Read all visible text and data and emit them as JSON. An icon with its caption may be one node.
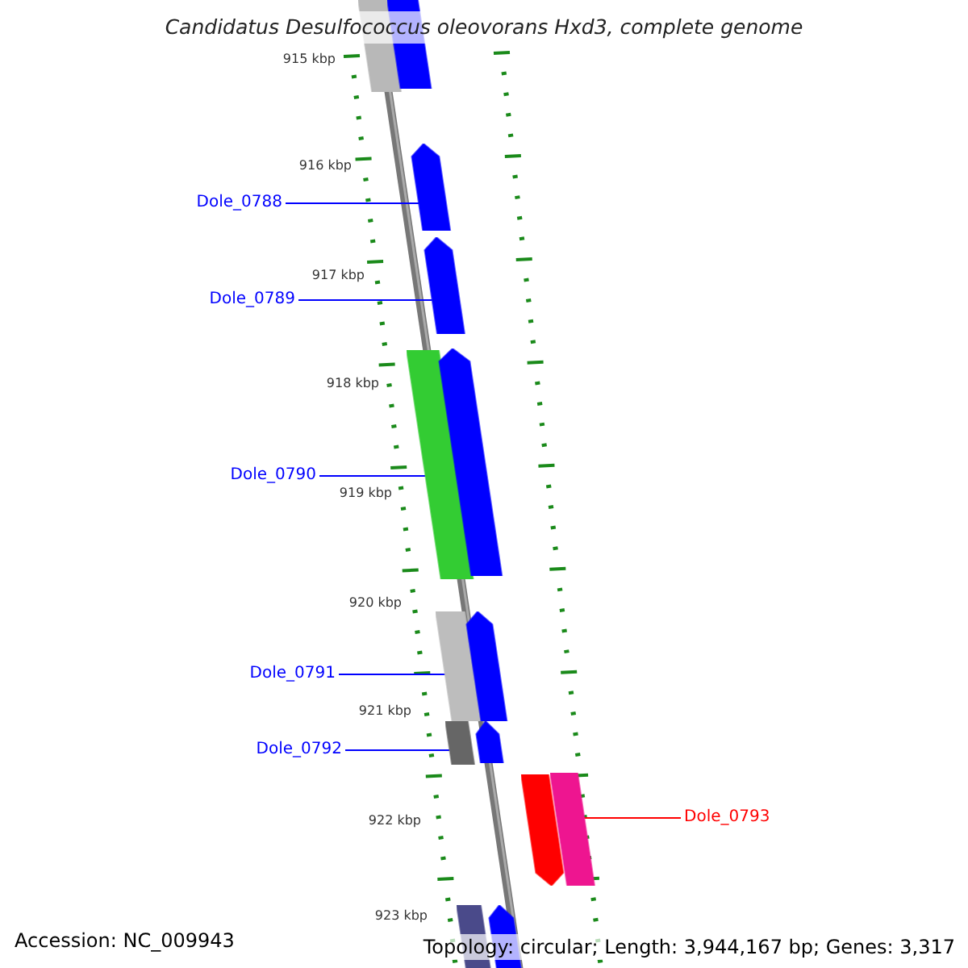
{
  "diagram": {
    "title": "Candidatus Desulfococcus oleovorans Hxd3, complete genome",
    "nodes": [
      {
        "text": [],
        "shape": "bar"
      },
      {
        "text": [],
        "shape": "bar"
      },
      {
        "text": [
          "Dole_0788"
        ]
      },
      {
        "text": [],
        "shape": "arrow"
      },
      {
        "text": [
          "Dole_0789"
        ]
      },
      {
        "text": [],
        "shape": "arrow"
      },
      {
        "text": [],
        "shape": "bar"
      },
      {
        "text": [],
        "shape": "arrow"
      },
      {
        "text": [
          "Dole_0790"
        ]
      },
      {
        "text": [],
        "shape": "bar"
      },
      {
        "text": [],
        "shape": "arrow"
      },
      {
        "text": [
          "Dole_0791"
        ]
      },
      {
        "text": [],
        "shape": "bar"
      },
      {
        "text": [],
        "shape": "arrow"
      },
      {
        "text": [
          "Dole_0792"
        ]
      },
      {
        "text": [],
        "shape": "arrow"
      },
      {
        "text": [],
        "shape": "bar"
      },
      {
        "text": [
          "Dole_0793"
        ]
      },
      {
        "text": [],
        "shape": "bar"
      },
      {
        "text": [],
        "shape": "arrow"
      }
    ],
    "edges": [
      {
        "from": 2,
        "to": 3,
        "arrow": "none"
      },
      {
        "from": 4,
        "to": 5,
        "arrow": "none"
      },
      {
        "from": 8,
        "to": 6,
        "arrow": "none"
      },
      {
        "from": 11,
        "to": 9,
        "arrow": "none"
      },
      {
        "from": 14,
        "to": 12,
        "arrow": "none"
      },
      {
        "from": 17,
        "to": 16,
        "arrow": "none",
        "color": "#ff0000"
      }
    ],
    "labels": [
      "915 kbp",
      "916 kbp",
      "917 kbp",
      "918 kbp",
      "919 kbp",
      "920 kbp",
      "921 kbp",
      "922 kbp",
      "923 kbp",
      "Accession: NC_009943",
      "Topology: circular; Length: 3,944,167 bp; Genes: 3,317"
    ]
  }
}
